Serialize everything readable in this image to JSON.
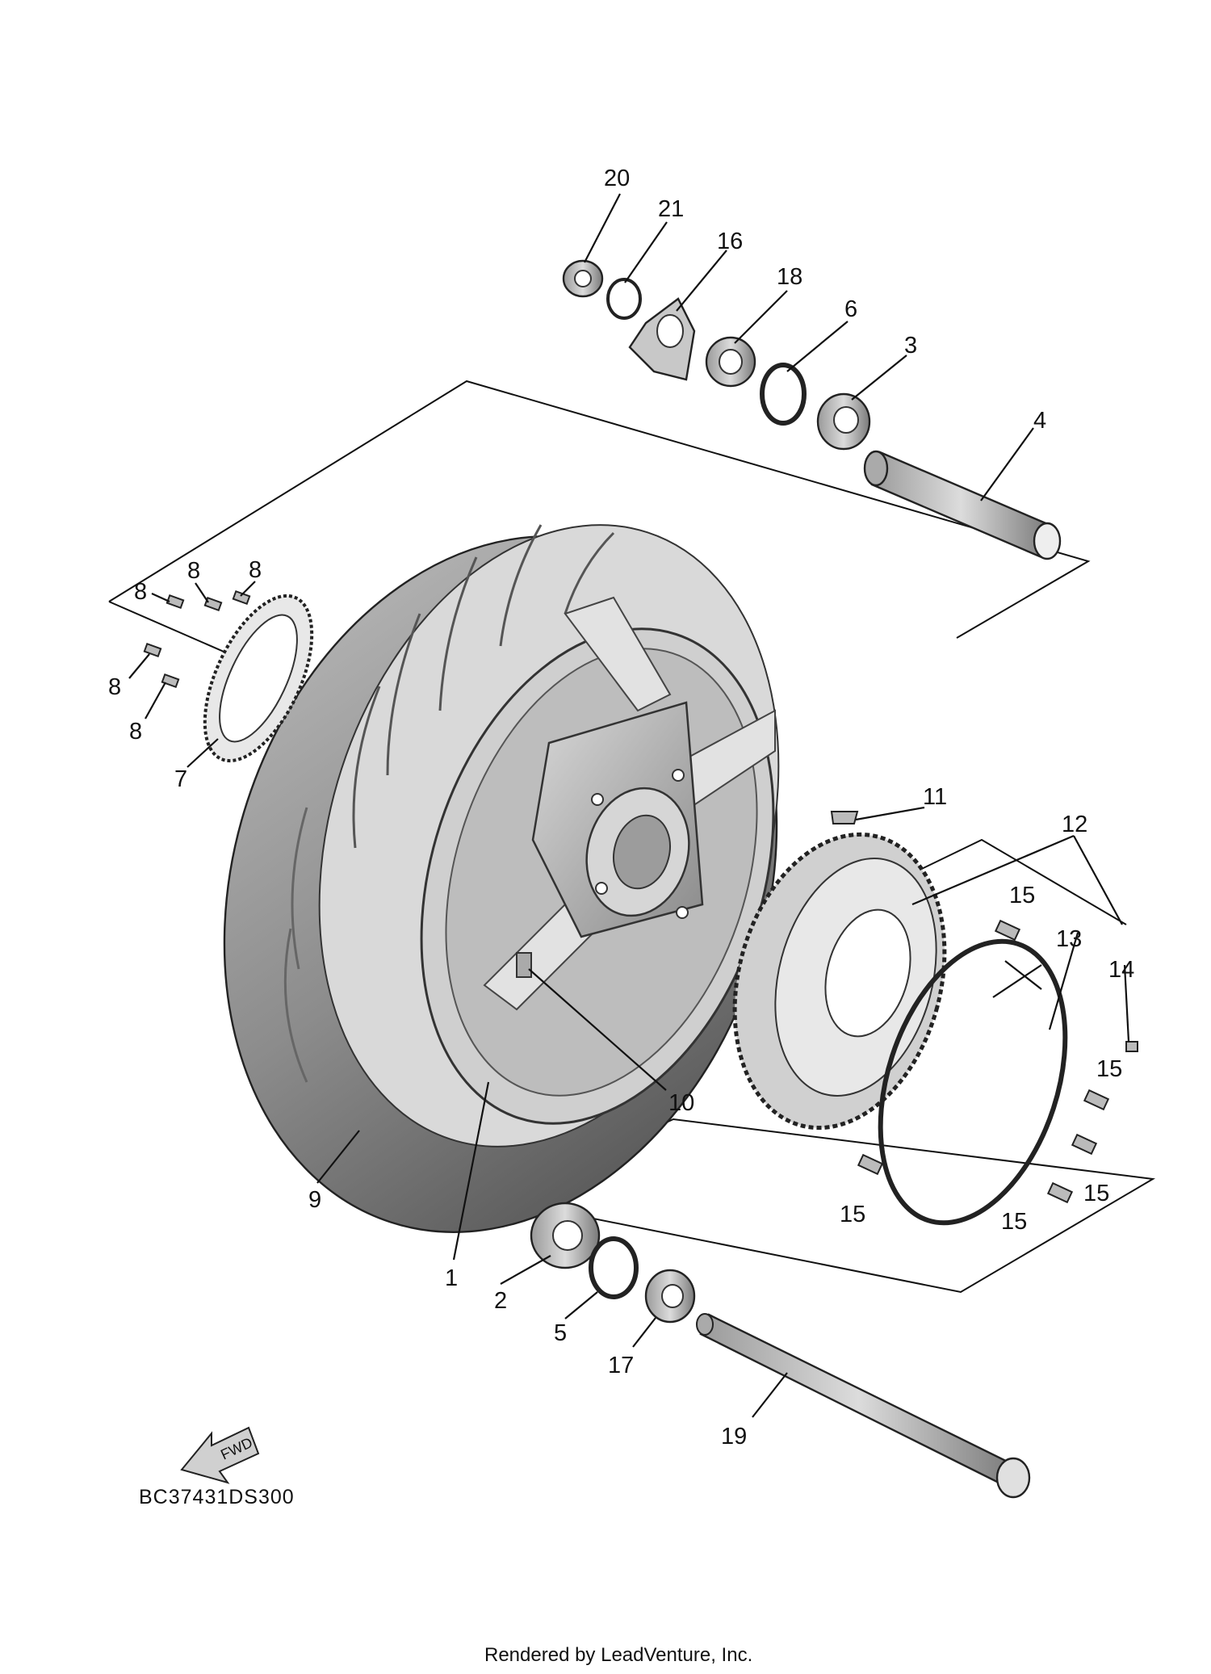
{
  "callouts": {
    "c1": "1",
    "c2": "2",
    "c3": "3",
    "c4": "4",
    "c5": "5",
    "c6": "6",
    "c7": "7",
    "c8": "8",
    "c9": "9",
    "c10": "10",
    "c11": "11",
    "c12": "12",
    "c13": "13",
    "c14": "14",
    "c15": "15",
    "c16": "16",
    "c17": "17",
    "c18": "18",
    "c19": "19",
    "c20": "20",
    "c21": "21"
  },
  "fwd_label": "FWD",
  "diagram_code": "BC37431DS300",
  "credit": "Rendered by LeadVenture, Inc."
}
